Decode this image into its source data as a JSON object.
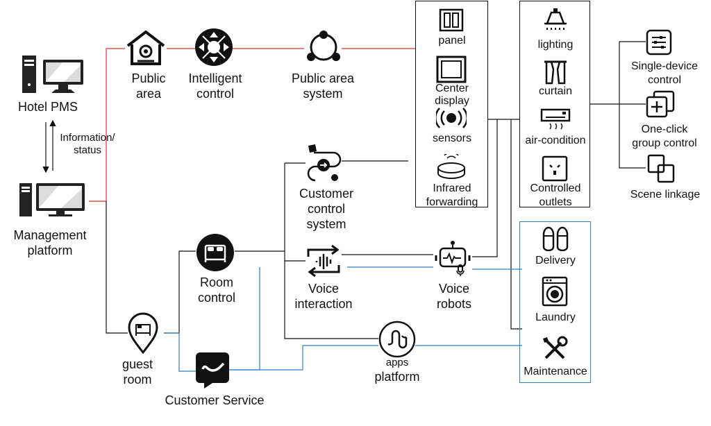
{
  "hotel_pms": "Hotel PMS",
  "info_status": [
    "Information/",
    "status"
  ],
  "management_platform": [
    "Management",
    "platform"
  ],
  "public_area": [
    "Public",
    "area"
  ],
  "intelligent_control": [
    "Intelligent",
    "control"
  ],
  "public_area_system": [
    "Public area",
    "system"
  ],
  "device_column_1": {
    "panel": "panel",
    "center_display": [
      "Center",
      "display"
    ],
    "sensors": "sensors",
    "infrared": [
      "Infrared",
      "forwarding"
    ]
  },
  "device_column_2": {
    "lighting": "lighting",
    "curtain": "curtain",
    "air_condition": "air-condition",
    "outlets": [
      "Controlled",
      "outlets"
    ]
  },
  "controls": {
    "single": [
      "Single-device",
      "control"
    ],
    "group": [
      "One-click",
      "group control"
    ],
    "scene": "Scene linkage"
  },
  "customer_control_system": [
    "Customer",
    "control",
    "system"
  ],
  "voice_interaction": [
    "Voice",
    "interaction"
  ],
  "voice_robots": [
    "Voice",
    "robots"
  ],
  "room_control": [
    "Room",
    "control"
  ],
  "guest_room": [
    "guest",
    "room"
  ],
  "customer_service": "Customer Service",
  "apps_platform": [
    "apps",
    "platform"
  ],
  "services": {
    "delivery": "Delivery",
    "laundry": "Laundry",
    "maintenance": "Maintenance"
  },
  "colors": {
    "red": "#d9352b",
    "blue": "#2f7fc1",
    "black": "#111111"
  }
}
